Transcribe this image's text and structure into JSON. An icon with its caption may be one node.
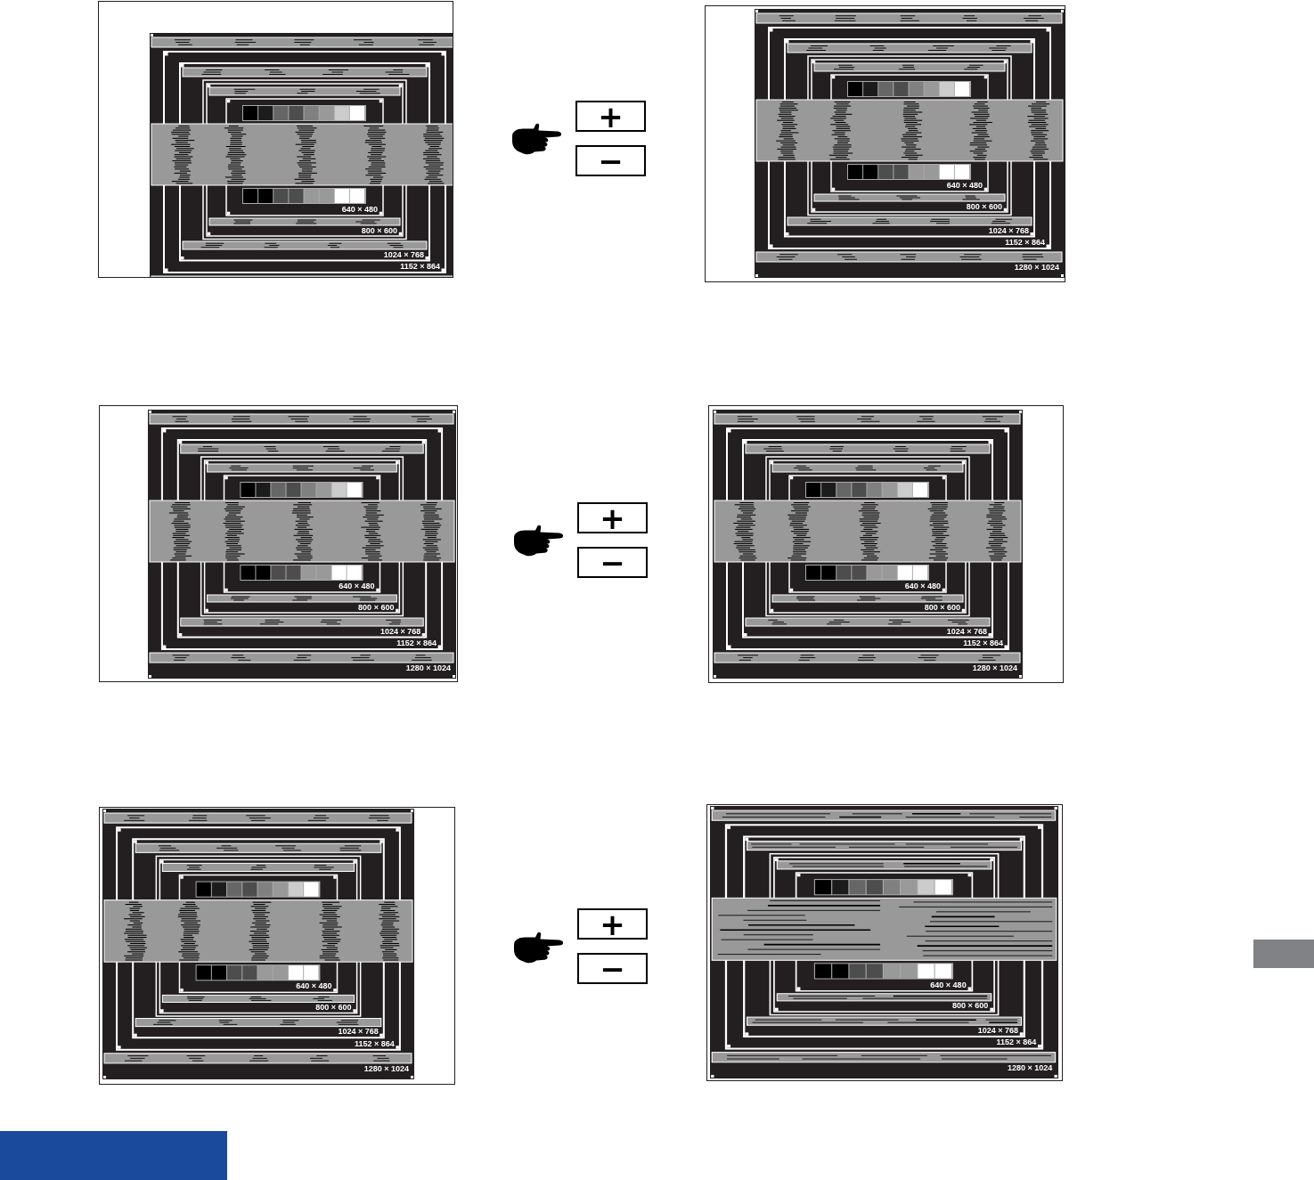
{
  "diagram": {
    "nodes": [
      {
        "text": [
          "640 × 480",
          "800 × 600",
          "1024 × 768",
          "1152 × 864"
        ]
      },
      {
        "text": [
          "+"
        ]
      },
      {
        "text": [
          "−"
        ]
      },
      {
        "text": [
          "640 × 480",
          "800 × 600",
          "1024 × 768",
          "1152 × 864",
          "1280 × 1024"
        ]
      },
      {
        "text": [
          "640 × 480",
          "800 × 600",
          "1024 × 768",
          "1152 × 864",
          "1280 × 1024"
        ]
      },
      {
        "text": [
          "+"
        ]
      },
      {
        "text": [
          "−"
        ]
      },
      {
        "text": [
          "640 × 480",
          "800 × 600",
          "1024 × 768",
          "1152 × 864",
          "1280 × 1024"
        ]
      },
      {
        "text": [
          "640 × 480",
          "800 × 600",
          "1024 × 768",
          "1152 × 864",
          "1280 × 1024"
        ]
      },
      {
        "text": [
          "+"
        ]
      },
      {
        "text": [
          "−"
        ]
      },
      {
        "text": [
          "640 × 480",
          "800 × 600",
          "1024 × 768",
          "1152 × 864",
          "1280 × 1024"
        ]
      }
    ]
  }
}
